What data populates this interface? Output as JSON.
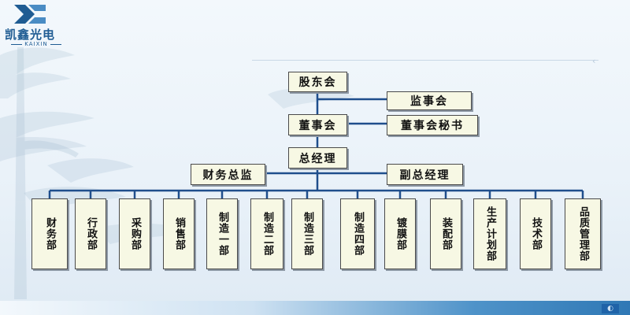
{
  "logo": {
    "name_cn": "凯鑫光电",
    "name_en": "KAIXIN"
  },
  "org": {
    "shareholders": "股东会",
    "supervisors": "监事会",
    "board": "董事会",
    "board_secretary": "董事会秘书",
    "general_manager": "总经理",
    "finance_director": "财务总监",
    "deputy_gm": "副总经理",
    "departments": [
      "财务部",
      "行政部",
      "采购部",
      "销售部",
      "制造一部",
      "制造二部",
      "制造三部",
      "制造四部",
      "镀膜部",
      "装配部",
      "生产计划部",
      "技术部",
      "品质管理部"
    ]
  },
  "colors": {
    "node_fill": "#f7f8e4",
    "node_border": "#4a4a4a",
    "connector": "#1f4e8c",
    "logo_blue": "#1f5c93"
  }
}
